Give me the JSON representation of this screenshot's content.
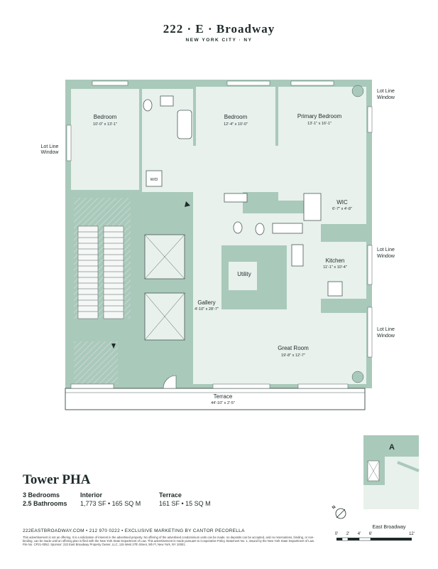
{
  "brand": {
    "title": "222 · E · Broadway",
    "subtitle": "NEW YORK CITY · NY"
  },
  "rooms": {
    "bedroom1": {
      "name": "Bedroom",
      "dims": "10'-0\" x 13'-1\""
    },
    "bedroom2": {
      "name": "Bedroom",
      "dims": "12'-4\" x 10'-0\""
    },
    "primary": {
      "name": "Primary Bedroom",
      "dims": "13'-1\" x 16'-1\""
    },
    "wic": {
      "name": "WIC",
      "dims": "6'-7\" x 4'-8\""
    },
    "kitchen": {
      "name": "Kitchen",
      "dims": "11'-1\" x 10'-4\""
    },
    "utility": {
      "name": "Utility"
    },
    "gallery": {
      "name": "Gallery",
      "dims": "4'-10\" x 28'-7\""
    },
    "great_room": {
      "name": "Great Room",
      "dims": "19'-8\" x 12'-7\""
    },
    "terrace": {
      "name": "Terrace",
      "dims": "44'-10\" x 2'-5\""
    },
    "wd": "W/D"
  },
  "window_labels": {
    "left": [
      "Lot Line",
      "Window"
    ],
    "right_top": [
      "Lot Line",
      "Window"
    ],
    "right_mid": [
      "Lot Line",
      "Window"
    ],
    "right_low": [
      "Lot Line",
      "Window"
    ]
  },
  "unit": {
    "name": "Tower PHA",
    "bedrooms": "3 Bedrooms",
    "bathrooms": "2.5 Bathrooms",
    "interior_label": "Interior",
    "interior_value": "1,773 SF  •  165 SQ M",
    "terrace_label": "Terrace",
    "terrace_value": "161 SF  •  15 SQ M"
  },
  "keyplan": {
    "marker": "A",
    "street": "East Broadway",
    "north": "N"
  },
  "scale": {
    "ticks": [
      "0'",
      "2'",
      "4'",
      "6'",
      "12'"
    ]
  },
  "footer": {
    "line": "222EASTBROADWAY.COM  •  212 970 0222  •  EXCLUSIVE MARKETING BY CANTOR PECORELLA",
    "disclaimer": "This advertisement is not an offering. It is a solicitation of interest in the advertised property. No offering of the advertised condominium units can be made, no deposits can be accepted, and no reservations, binding, or non-binding, can be made until an offering plan is filed with the New York State Department of Law. This advertisement is made pursuant to Cooperative Policy Statement No. 1, issued by the New York State Department of Law. File No. CP21-0052. Sponsor: 222 East Broadway Property Owner, LLC, 115 West 27th Street, 9th Fl, New York, NY 10001."
  },
  "colors": {
    "wall": "#a9c9bb",
    "floor": "#e8f1ec",
    "ink": "#1f2a2a",
    "terrace": "#ffffff"
  }
}
